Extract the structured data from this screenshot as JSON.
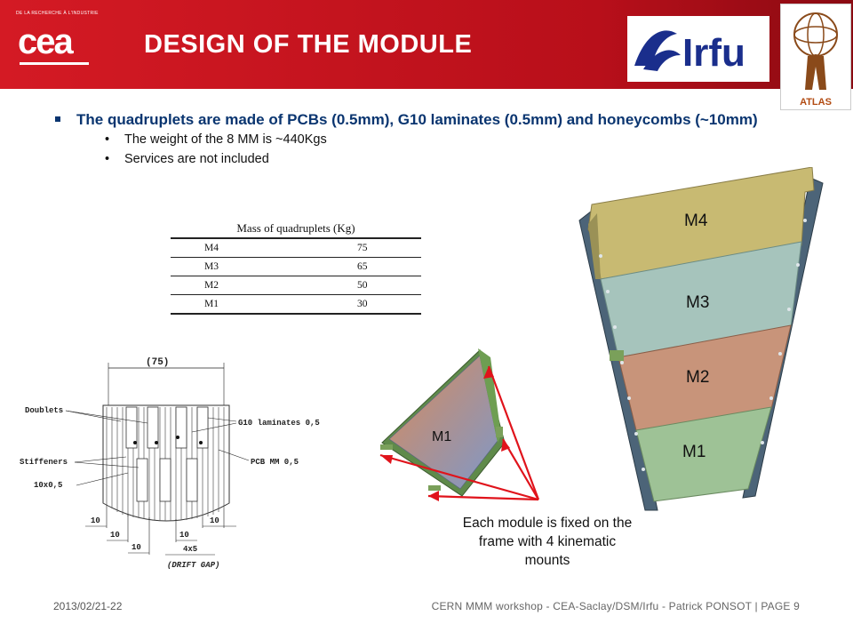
{
  "header": {
    "cea_tagline": "DE LA RECHERCHE À L'INDUSTRIE",
    "cea_logo_text": "cea",
    "title": "Design of the module",
    "irfu_logo_text": "Irfu",
    "atlas_logo_text": "ATLAS",
    "bg_color": "#c8161f"
  },
  "bullets": {
    "main": "The quadruplets are made of PCBs (0.5mm), G10 laminates (0.5mm) and honeycombs (~10mm)",
    "sub": [
      "The weight of the 8 MM is ~440Kgs",
      "Services are not included"
    ]
  },
  "table": {
    "title": "Mass of quadruplets (Kg)",
    "rows": [
      {
        "name": "M4",
        "mass": "75"
      },
      {
        "name": "M3",
        "mass": "65"
      },
      {
        "name": "M2",
        "mass": "50"
      },
      {
        "name": "M1",
        "mass": "30"
      }
    ]
  },
  "drawing": {
    "width_dim": "(75)",
    "doublets": "Doublets",
    "g10": "G10 laminates 0,5",
    "stiffeners": "Stiffeners",
    "pcb": "PCB MM 0,5",
    "stiff_dim": "10x0,5",
    "d10a": "10",
    "d10b": "10",
    "d10c": "10",
    "d10d": "10",
    "d10e": "10",
    "gap_dim": "4x5",
    "drift": "(DRIFT GAP)"
  },
  "small_module": {
    "label": "M1"
  },
  "big_module": {
    "m4": "M4",
    "m3": "M3",
    "m2": "M2",
    "m1": "M1"
  },
  "caption": "Each module is fixed on the frame with 4 kinematic mounts",
  "footer": {
    "date": "2013/02/21-22",
    "right": "CERN MMM workshop  -  CEA-Saclay/DSM/Irfu  -  Patrick PONSOT | PAGE 9"
  }
}
